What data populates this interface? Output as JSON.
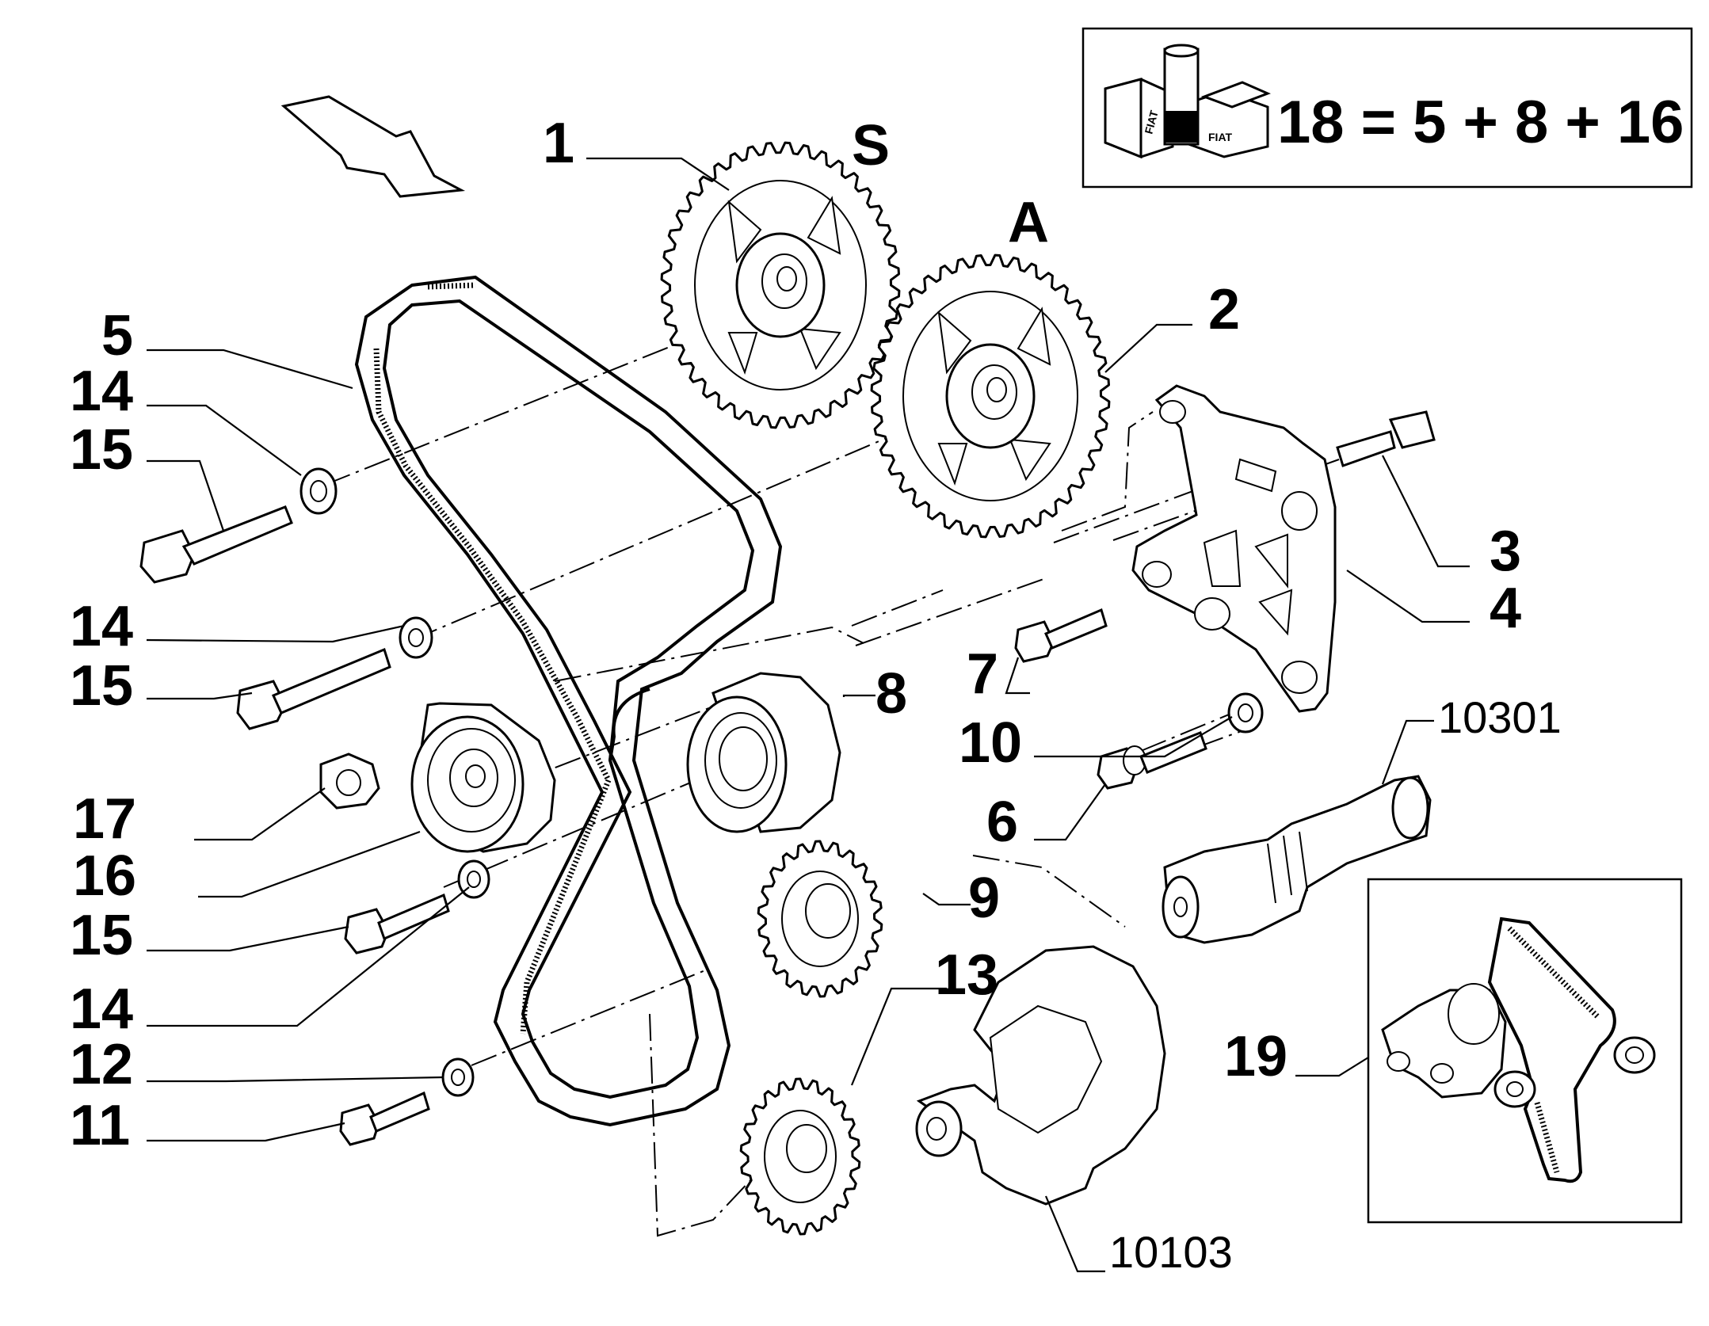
{
  "diagram": {
    "callouts": {
      "p1": "1",
      "p2": "2",
      "p3": "3",
      "p4": "4",
      "p5": "5",
      "p6": "6",
      "p7": "7",
      "p8": "8",
      "p9": "9",
      "p10": "10",
      "p11": "11",
      "p12": "12",
      "p13": "13",
      "p14a": "14",
      "p14b": "14",
      "p14c": "14",
      "p15a": "15",
      "p15b": "15",
      "p15c": "15",
      "p16": "16",
      "p17": "17",
      "p19": "19"
    },
    "sprocket_labels": {
      "exhaust": "S",
      "intake": "A"
    },
    "references": {
      "shaft": "10301",
      "crankshaft": "10103"
    },
    "kit_box": {
      "formula": "18 = 5 + 8 + 16",
      "brand_mark": "FIAT"
    }
  }
}
